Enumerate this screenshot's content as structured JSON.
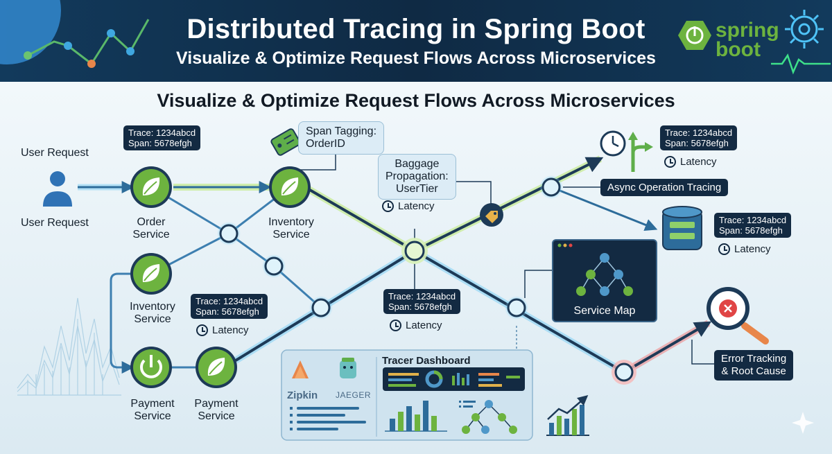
{
  "header": {
    "title": "Distributed Tracing in Spring Boot",
    "subtitle": "Visualize & Optimize Request Flows Across Microservices",
    "logo_line1": "spring",
    "logo_line2": "boot"
  },
  "main_title": "Visualize & Optimize Request Flows Across Microservices",
  "user": {
    "label_top": "User Request",
    "label_bottom": "User Request"
  },
  "services": {
    "order": {
      "line1": "Order",
      "line2": "Service"
    },
    "inventory_top": {
      "line1": "Inventory",
      "line2": "Service"
    },
    "inventory_left": {
      "line1": "Inventory",
      "line2": "Service"
    },
    "payment_left": {
      "line1": "Payment",
      "line2": "Service"
    },
    "payment_right": {
      "line1": "Payment",
      "line2": "Service"
    }
  },
  "trace_tags": [
    {
      "trace": "Trace: 1234abcd",
      "span": "Span: 5678efgh"
    },
    {
      "trace": "Trace: 1234abcd",
      "span": "Span: 5678efgh"
    },
    {
      "trace": "Trace: 1234abcd",
      "span": "Span: 5678efgh"
    },
    {
      "trace": "Trace: 1234abcd",
      "span": "Span: 5678efgh"
    },
    {
      "trace": "Trace: 1234abcd",
      "span": "Span: 5678efgh"
    }
  ],
  "latency_label": "Latency",
  "callouts": {
    "span_tagging": {
      "line1": "Span Tagging:",
      "line2": "OrderID"
    },
    "baggage": {
      "line1": "Baggage",
      "line2": "Propagation:",
      "line3": "UserTier"
    }
  },
  "badges": {
    "async": "Async Operation Tracing",
    "error_line1": "Error Tracking",
    "error_line2": "& Root Cause"
  },
  "service_map": "Service Map",
  "dashboard": {
    "title": "Tracer Dashboard",
    "zipkin": "Zipkin",
    "jaeger": "JAEGER"
  },
  "colors": {
    "header_bg": "#0f2a44",
    "spring_green": "#6db33f",
    "node_dark": "#132a42",
    "flow_blue": "#3fa7e0",
    "flow_green": "#9ed36a",
    "error_red": "#e04545"
  }
}
